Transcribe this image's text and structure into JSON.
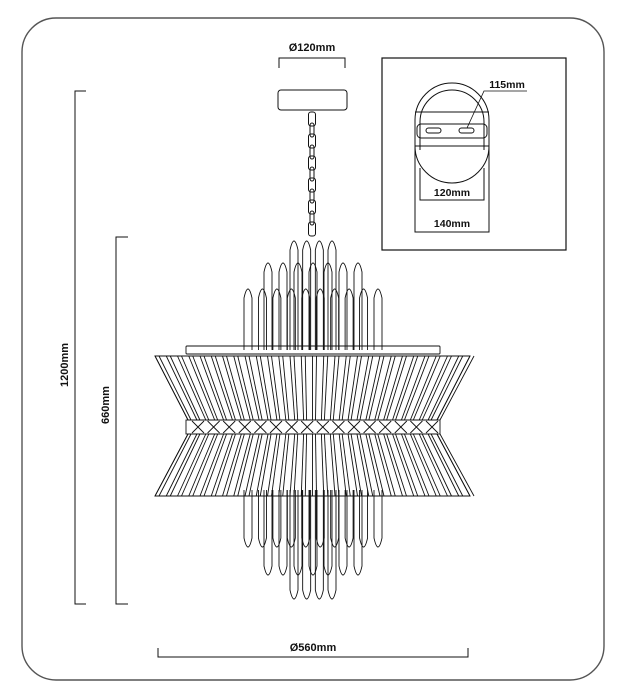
{
  "labels": {
    "canopy_diameter": "Ø120mm",
    "total_height": "1200mm",
    "body_height": "660mm",
    "body_diameter": "Ø560mm"
  },
  "inset": {
    "hole_spacing": "115mm",
    "inner_width": "120mm",
    "outer_width": "140mm"
  },
  "colors": {
    "line": "#111111",
    "frame": "#555555",
    "background": "#ffffff"
  }
}
